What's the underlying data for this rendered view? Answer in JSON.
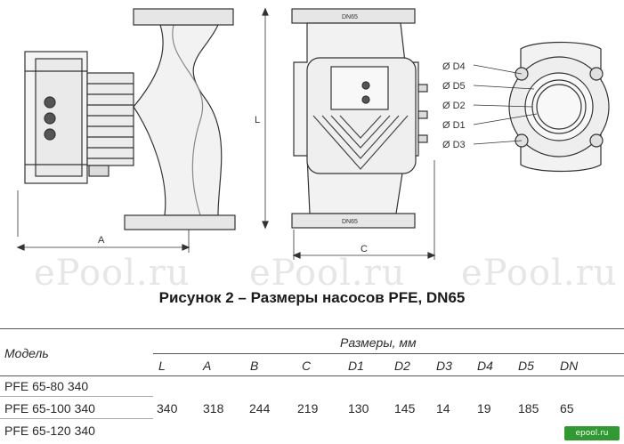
{
  "drawing": {
    "flange_label": "DN65",
    "dimension_labels": [
      "A",
      "L",
      "C"
    ],
    "diameter_labels": [
      "Ø D4",
      "Ø D5",
      "Ø D2",
      "Ø D1",
      "Ø D3"
    ]
  },
  "watermark": "ePool.ru",
  "caption": "Рисунок 2 – Размеры насосов PFE, DN65",
  "table": {
    "model_header": "Модель",
    "group_header": "Размеры, мм",
    "columns": [
      "L",
      "A",
      "B",
      "C",
      "D1",
      "D2",
      "D3",
      "D4",
      "D5",
      "DN"
    ],
    "models": [
      "PFE 65-80 340",
      "PFE 65-100 340",
      "PFE 65-120 340"
    ],
    "values": [
      "340",
      "318",
      "244",
      "219",
      "130",
      "145",
      "14",
      "19",
      "185",
      "65"
    ]
  },
  "logo": "epool.ru"
}
